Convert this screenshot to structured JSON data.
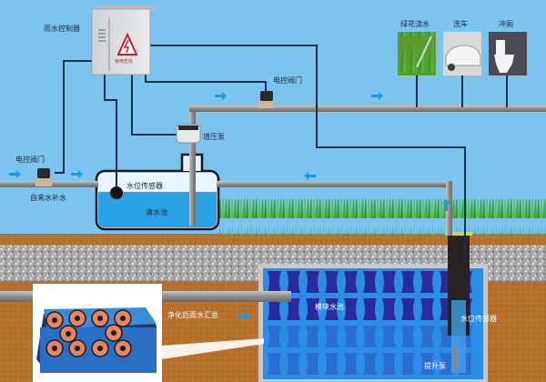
{
  "labels": {
    "controller": "雨水控制器",
    "controller_sign": "有电危险",
    "valve_top": "电控阀门",
    "valve_left": "电控阀门",
    "tap_water_supply": "自来水补水",
    "booster_pump": "增压泵",
    "water_level_sensor_tank": "水位传感器",
    "clear_water_tank": "清水池",
    "irrigation": "绿花浇水",
    "car_wash": "洗车",
    "toilet_flush": "冲厕",
    "purified_rainwater": "净化后雨水汇总",
    "module_pool": "模块水池",
    "water_level_sensor_pool": "水位传感器",
    "lift_pump": "提升泵"
  },
  "colors": {
    "sky": "#7cc3ee",
    "pipe": "#9a9a9a",
    "wire": "#14304a",
    "water": "#29a3e6",
    "flow_arrow": "#1e9be0",
    "soil": "#b8742e",
    "gravel": "#b8b8b8",
    "grass": "#3fb52e",
    "module_dark": "#2a2a9a",
    "module_light": "#2e8ee8"
  }
}
